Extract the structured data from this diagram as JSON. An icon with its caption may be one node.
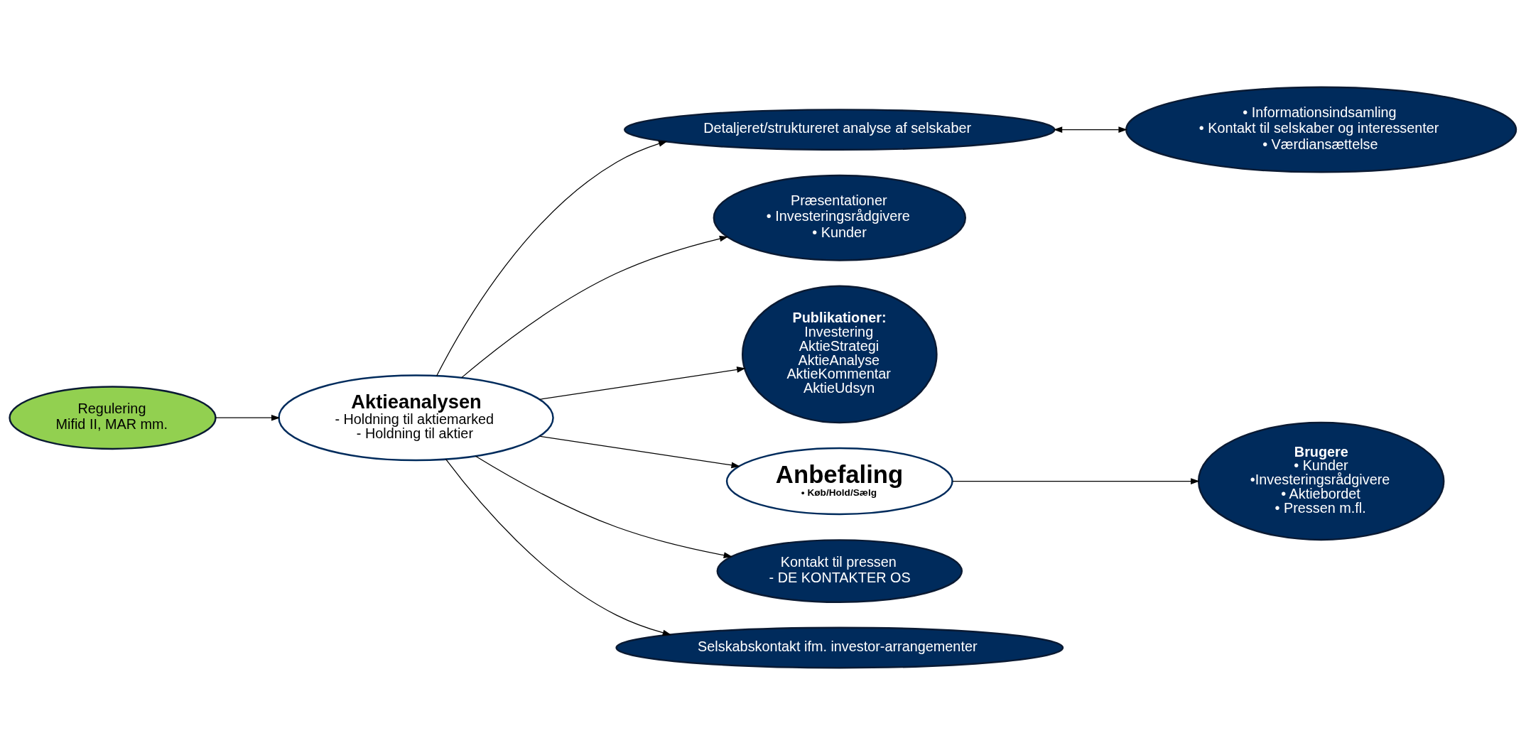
{
  "diagram": {
    "nodes": [
      {
        "text": [
          "Aktieanalysen",
          "- Holdning til aktiemarked",
          "- Holdning til aktier"
        ]
      },
      {
        "text": [
          "Detaljeret/struktureret analyse af selskaber"
        ]
      },
      {
        "text": [
          "• Informationsindsamling",
          "• Kontakt til selskaber og interessenter",
          "• Værdiansættelse"
        ]
      },
      {
        "text": [
          "Præsentationer",
          "• Investeringsrådgivere",
          "• Kunder"
        ]
      },
      {
        "text": [
          "Publikationer:",
          "Investering",
          "AktieStrategi",
          "AktieAnalyse",
          "AktieKommentar",
          "AktieUdsyn"
        ]
      },
      {
        "text": [
          "Anbefaling",
          "• Køb/Hold/Sælg"
        ]
      },
      {
        "text": [
          "Kontakt til pressen",
          "- DE KONTAKTER OS"
        ]
      },
      {
        "text": [
          "Regulering",
          "Mifid II, MAR mm."
        ]
      },
      {
        "text": [
          "Selskabskontakt ifm. investor-arrangementer"
        ]
      },
      {
        "text": [
          "Brugere",
          "• Kunder",
          "•Investeringsrådgivere",
          "• Aktiebordet",
          "• Pressen m.fl."
        ]
      }
    ],
    "edges": [
      {
        "from": 0,
        "to": 1,
        "arrow": "to"
      },
      {
        "from": 1,
        "to": 2,
        "arrow": "both"
      },
      {
        "from": 0,
        "to": 3,
        "arrow": "to"
      },
      {
        "from": 0,
        "to": 4,
        "arrow": "to"
      },
      {
        "from": 0,
        "to": 5,
        "arrow": "to"
      },
      {
        "from": 0,
        "to": 6,
        "arrow": "to"
      },
      {
        "from": 0,
        "to": 8,
        "arrow": "to"
      },
      {
        "from": 7,
        "to": 0,
        "arrow": "to"
      },
      {
        "from": 5,
        "to": 9,
        "arrow": "to"
      }
    ]
  }
}
